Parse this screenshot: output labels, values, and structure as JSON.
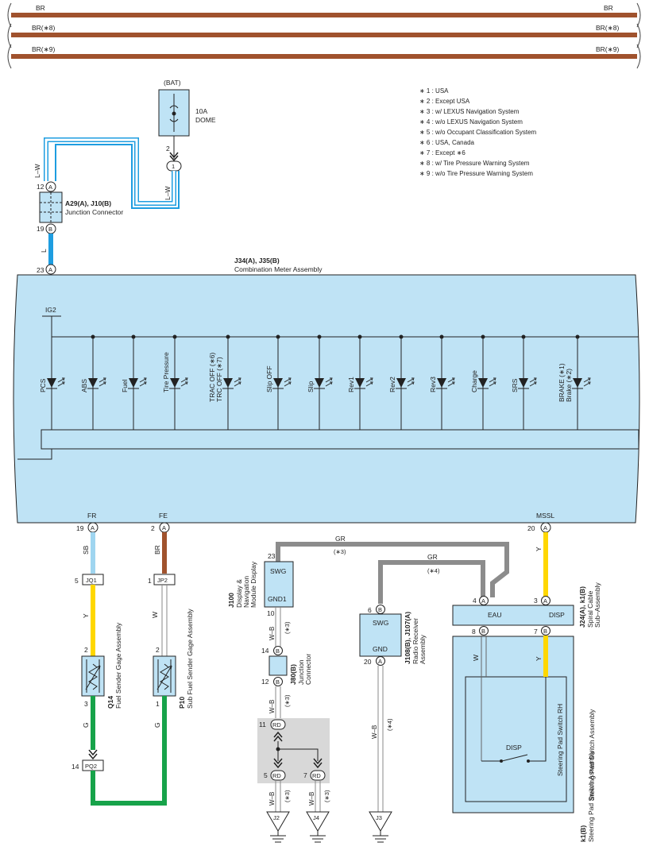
{
  "bus": [
    {
      "left": "BR",
      "right": "BR"
    },
    {
      "left": "BR(∗8)",
      "right": "BR(∗8)"
    },
    {
      "left": "BR(∗9)",
      "right": "BR(∗9)"
    }
  ],
  "notes": [
    "∗ 1 : USA",
    "∗ 2 : Except USA",
    "∗ 3 : w/ LEXUS Navigation System",
    "∗ 4 : w/o LEXUS Navigation System",
    "∗ 5 : w/o Occupant Classification System",
    "∗ 6 : USA,  Canada",
    "∗ 7 : Except ∗6",
    "∗ 8 : w/ Tire Pressure Warning System",
    "∗ 9 : w/o Tire Pressure Warning System"
  ],
  "fuse": {
    "source": "(BAT)",
    "rating": "10A",
    "name": "DOME",
    "pin": "2",
    "terminal": "1"
  },
  "junction_connector": {
    "id": "A29(A), J10(B)",
    "name": "Junction Connector",
    "pin_a": "12",
    "mark_a": "A",
    "pin_b": "19",
    "mark_b": "B",
    "wire_in": "L–W",
    "wire_fuse": "L–W",
    "wire_out": "L"
  },
  "meter": {
    "id": "J34(A), J35(B)",
    "name": "Combination Meter Assembly",
    "pin": "23",
    "mark": "A",
    "pin_label": "B",
    "ig": "IG2",
    "lamps": [
      "PCS",
      "ABS",
      "Fuel",
      "Tire Pressure",
      "TRAC OFF (∗6)",
      "TRC OFF (∗7)",
      "Slip OFF",
      "Slip",
      "Rev1",
      "Rev2",
      "Rev3",
      "Charge",
      "SRS",
      "BRAKE (∗1)",
      "Brake (∗2)"
    ],
    "outputs": [
      {
        "label": "FR",
        "pin": "19",
        "mark": "A"
      },
      {
        "label": "FE",
        "pin": "2",
        "mark": "A"
      },
      {
        "label": "MSSL",
        "pin": "20",
        "mark": "A"
      }
    ]
  },
  "wires": {
    "sb": "SB",
    "br": "BR",
    "y1": "Y",
    "w1": "W",
    "g1": "G",
    "g2": "G",
    "gr1": "GR",
    "gr1_note": "(∗3)",
    "gr2": "GR",
    "gr2_note": "(∗4)",
    "wb1": "W–B",
    "wb1_note": "(∗3)",
    "wb2": "W–B",
    "wb2_note": "(∗3)",
    "wb3": "W–B",
    "wb3_note": "(∗4)",
    "wb4": "W–B",
    "wb4_note": "(∗3)",
    "wb5": "W–B",
    "wb5_note": "(∗3)",
    "y2": "Y",
    "w2": "W",
    "y3": "Y"
  },
  "jq1": {
    "pin": "5",
    "name": "JQ1"
  },
  "jp2": {
    "pin": "1",
    "name": "JP2"
  },
  "pq2": {
    "pin": "14",
    "name": "PQ2"
  },
  "q14": {
    "pin_top": "2",
    "pin_bot": "3",
    "id": "Q14",
    "name": "Fuel Sender Gage Assembly"
  },
  "p10": {
    "pin_top": "2",
    "pin_bot": "1",
    "id": "P10",
    "name": "Sub Fuel Sender Gage Assembly"
  },
  "j100": {
    "pin_swg": "23",
    "swg": "SWG",
    "gnd": "GND1",
    "pin_gnd": "10",
    "id": "J100",
    "name1": "Display &",
    "name2": "Navigation",
    "name3": "Module Display"
  },
  "j80": {
    "pin_top": "14",
    "mark_top": "B",
    "pin_bot": "12",
    "mark_bot": "B",
    "id": "J80(B)",
    "name1": "Junction",
    "name2": "Connector"
  },
  "rd": {
    "p11": "11",
    "p5": "5",
    "p7": "7",
    "mark": "RD"
  },
  "radio": {
    "pin_swg": "6",
    "mark_swg": "B",
    "swg": "SWG",
    "gnd": "GND",
    "pin_gnd": "20",
    "mark_gnd": "A",
    "id": "J108(B), J107(A)",
    "name1": "Radio Receiver",
    "name2": "Assembly"
  },
  "spiral": {
    "pin_eau": "4",
    "pin_disp": "3",
    "mark": "A",
    "eau": "EAU",
    "disp": "DISP",
    "pin_b1": "8",
    "pin_b2": "7",
    "mark_b": "B",
    "id": "J24(A), k1(B)",
    "name1": "Spiral Cable",
    "name2": "Sub–Assembly"
  },
  "steering": {
    "switch": "DISP",
    "inner": "Steering Pad Switch RH",
    "outer": "Steering Pad Switch Assembly",
    "id": "k1(B)",
    "name": "Steering Pad Switch Assembly"
  },
  "grounds": [
    "J2",
    "J4",
    "J3"
  ],
  "colors": {
    "brown": "#a0522d",
    "blue": "#1e9de0",
    "yellow": "#ffd700",
    "green": "#17a34a",
    "gray": "#8c8c8c",
    "panel": "#bfe3f5",
    "lightblue": "#9fd5f0"
  }
}
